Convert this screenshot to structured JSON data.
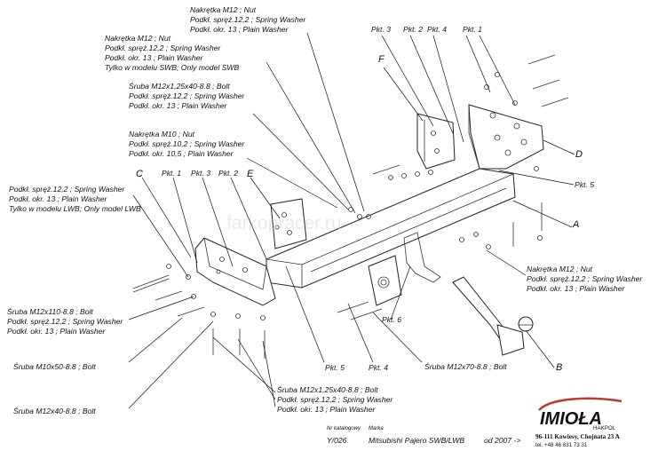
{
  "watermark": "farkopracer.ru",
  "callouts": {
    "top_nut": [
      "Nakrętka M12 ; Nut",
      "Podkł. spręż.12,2 ; Spring Washer",
      "Podkł. okr. 13 ; Plain Washer"
    ],
    "nut_swb": [
      "Nakrętka M12 ; Nut",
      "Podkł. spręż.12,2 ; Spring Washer",
      "Podkł. okr. 13 ; Plain Washer",
      "Tylko w modelu SWB; Only model SWB"
    ],
    "bolt_top": [
      "Śruba M12x1,25x40-8.8 ; Bolt",
      "Podkł. spręż.12,2 ; Spring Washer",
      "Podkł. okr. 13 ; Plain Washer"
    ],
    "nut_m10": [
      "Nakrętka M10 ; Nut",
      "Podkł. spręż.10,2 ; Spring Washer",
      "Podkł. okr. 10,5 ; Plain Washer"
    ],
    "left_lwb": [
      "Podkł. spręż.12,2 ; Spring Washer",
      "Podkł. okr. 13 ; Plain Washer",
      "Tylko w modelu LWB; Only model LWB"
    ],
    "bolt_m12x110": [
      "Śruba M12x110-8.8 ; Bolt",
      "Podkł. spręż.12,2 ; Spring Washer",
      "Podkł. okr. 13 ; Plain Washer"
    ],
    "bolt_m10x50": "Śruba M10x50-8.8 ; Bolt",
    "bolt_m12x40": "Śruba M12x40-8.8 ; Bolt",
    "bolt_bottom": [
      "Śruba M12x1,25x40-8.8 ; Bolt",
      "Podkł. spręż.12,2 ; Spring Washer",
      "Podkł. okr. 13 ; Plain Washer"
    ],
    "bolt_m12x70": "Śruba M12x70-8.8 ; Bolt",
    "right_nut": [
      "Nakrętka M12 ; Nut",
      "Podkł. spręż.12,2 ; Spring Washer",
      "Podkł. okr. 13 ; Plain Washer"
    ]
  },
  "points": {
    "p3_top": "Pkt. 3",
    "p2_top": "Pkt. 2",
    "p4_top": "Pkt. 4",
    "p1_top": "Pkt. 1",
    "p1_left": "Pkt. 1",
    "p3_left": "Pkt. 3",
    "p2_left": "Pkt. 2",
    "p5_right": "Pkt. 5",
    "p6": "Pkt. 6",
    "p5_bottom": "Pkt. 5",
    "p4_bottom": "Pkt. 4"
  },
  "parts": {
    "A": "A",
    "B": "B",
    "C": "C",
    "D": "D",
    "E": "E",
    "F": "F"
  },
  "footer": {
    "catalog_label": "Nr katalogowy",
    "brand_label": "Marka",
    "catalog_number": "Y/026",
    "vehicle": "Mitsubishi Pajero SWB/LWB",
    "years": "od 2007 ->"
  },
  "logo": {
    "name": "IMIOŁA",
    "sub": "HAKPOL",
    "address": "96-111 Kowiesy, Chojnata 23 A",
    "phone": "tel. +48 46 831 73 31",
    "accent_color": "#c0392b"
  }
}
